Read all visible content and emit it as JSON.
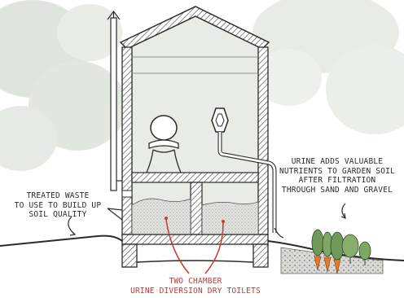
{
  "labels": {
    "treated_waste": [
      "TREATED WASTE",
      "TO USE TO BUILD UP",
      "SOIL QUALITY"
    ],
    "urine_note": [
      "URINE ADDS VALUABLE",
      "NUTRIENTS TO GARDEN SOIL",
      "AFTER FILTRATION",
      "THROUGH SAND AND GRAVEL"
    ],
    "toilet_caption": [
      "TWO CHAMBER",
      "URINE DIVERSION DRY TOILETS"
    ]
  },
  "colors": {
    "ink": "#2b2b2b",
    "annotation": "#c8392c",
    "interior": "#e9ebe6",
    "foliage": "#b9c2b6",
    "plant_green": "#6f9a57",
    "carrot": "#e07a2c"
  }
}
